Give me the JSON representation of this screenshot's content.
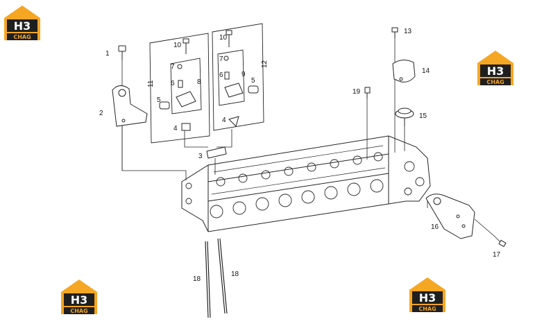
{
  "diagram": {
    "callouts": [
      "1",
      "2",
      "3",
      "4",
      "4",
      "5",
      "5",
      "6",
      "6",
      "7",
      "7",
      "8",
      "9",
      "10",
      "10",
      "11",
      "12",
      "13",
      "14",
      "15",
      "16",
      "17",
      "18",
      "18",
      "19"
    ],
    "watermark": {
      "letters": "H3",
      "brand": "CHAG"
    }
  },
  "colors": {
    "line": "#222222",
    "logo_orange": "#f5a623",
    "logo_dark": "#1f1f1f",
    "logo_white": "#ffffff"
  }
}
